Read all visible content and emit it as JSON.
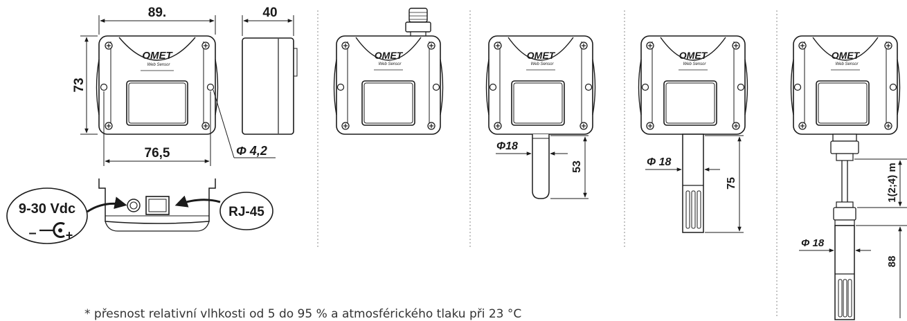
{
  "drawing": {
    "dim_width": "89.",
    "dim_depth": "40",
    "dim_height": "73",
    "dim_hole_spacing": "76,5",
    "dim_hole_diameter": "Φ 4,2",
    "power_label": "9-30 Vdc",
    "power_minus": "–",
    "power_plus": "+",
    "network_label": "RJ-45",
    "probe_short_diameter": "Φ18",
    "probe_short_length": "53",
    "probe_long_diameter": "Φ 18",
    "probe_long_length": "75",
    "cable_diameter": "Φ 18",
    "cable_length": "1(2;4) m",
    "cable_probe_length": "88"
  },
  "brand": {
    "logo_text": "OMET",
    "logo_subtitle": "Web Sensor"
  },
  "footnote": {
    "text": "*  přesnost relativní vlhkosti od 5 do 95 % a atmosférického tlaku při 23 °C"
  },
  "colors": {
    "line": "#1a1a1a",
    "divider": "#888888"
  }
}
